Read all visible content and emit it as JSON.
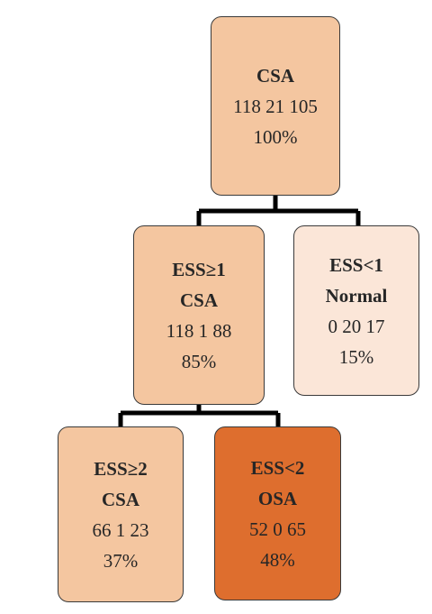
{
  "tree": {
    "root": {
      "label": "CSA",
      "counts": "118 21 105",
      "percent": "100%",
      "fill": "#f4c6a0"
    },
    "left1": {
      "split": "ESS≥1",
      "label": "CSA",
      "counts": "118 1 88",
      "percent": "85%",
      "fill": "#f4c6a0"
    },
    "right1": {
      "split": "ESS<1",
      "label": "Normal",
      "counts": "0 20 17",
      "percent": "15%",
      "fill": "#fbe6d8"
    },
    "left2": {
      "split": "ESS≥2",
      "label": "CSA",
      "counts": "66 1 23",
      "percent": "37%",
      "fill": "#f4c6a0"
    },
    "right2": {
      "split": "ESS<2",
      "label": "OSA",
      "counts": "52 0 65",
      "percent": "48%",
      "fill": "#de6e2e"
    }
  },
  "colors": {
    "connector": "#000000",
    "border": "#3a3a3a",
    "text": "#262626"
  }
}
